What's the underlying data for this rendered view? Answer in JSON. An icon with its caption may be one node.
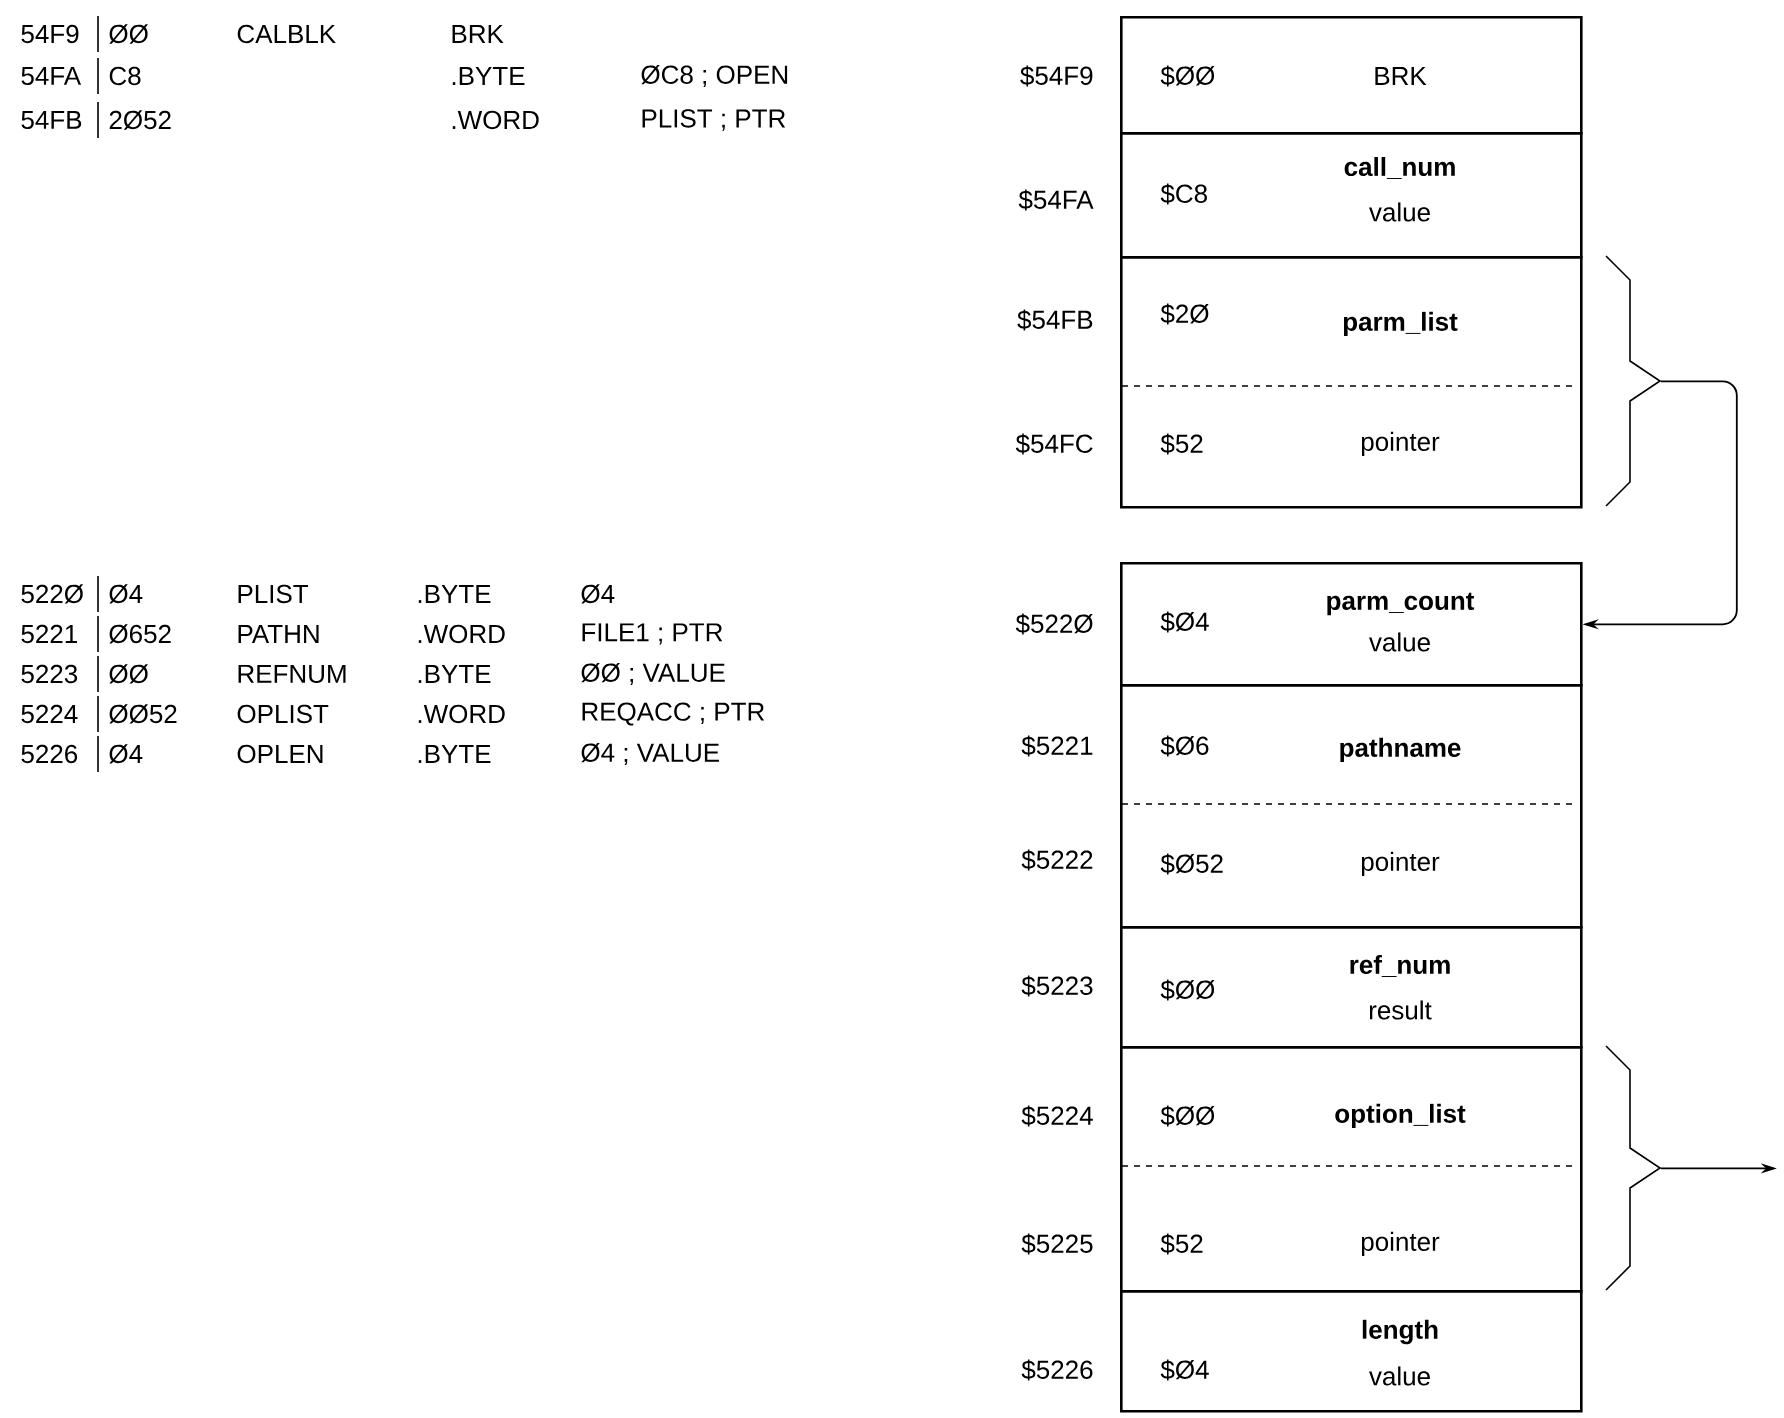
{
  "diagram": {
    "nodes": [
      {
        "text": [
          "$ØØ",
          "BRK"
        ],
        "beside": [
          "$54F9"
        ]
      },
      {
        "text": [
          "$C8",
          "call_num",
          "value"
        ],
        "beside": [
          "$54FA"
        ]
      },
      {
        "text": [
          "$2Ø",
          "parm_list",
          "$52",
          "pointer"
        ],
        "beside": [
          "$54FB",
          "$54FC"
        ]
      },
      {
        "text": [
          "$Ø4",
          "parm_count",
          "value"
        ],
        "beside": [
          "$522Ø"
        ]
      },
      {
        "text": [
          "$Ø6",
          "pathname",
          "$Ø52",
          "pointer"
        ],
        "beside": [
          "$5221",
          "$5222"
        ]
      },
      {
        "text": [
          "$ØØ",
          "ref_num",
          "result"
        ],
        "beside": [
          "$5223"
        ]
      },
      {
        "text": [
          "$ØØ",
          "option_list",
          "$52",
          "pointer"
        ],
        "beside": [
          "$5224",
          "$5225"
        ]
      },
      {
        "text": [
          "$Ø4",
          "length",
          "value"
        ],
        "beside": [
          "$5226"
        ]
      },
      {
        "text": [],
        "shape": "brace"
      },
      {
        "text": [],
        "shape": "brace"
      }
    ],
    "edges": [
      {
        "from": 8,
        "to": 3,
        "arrow": "to"
      },
      {
        "from": 9,
        "to": null,
        "arrow": "to"
      }
    ],
    "labels": [
      "54F9",
      "ØØ",
      "CALBLK",
      "BRK",
      "54FA",
      "C8",
      ".BYTE",
      "ØC8 ; OPEN",
      "54FB",
      "2Ø52",
      ".WORD",
      "PLIST ; PTR",
      "522Ø",
      "Ø4",
      "PLIST",
      ".BYTE",
      "Ø4",
      "5221",
      "Ø652",
      "PATHN",
      ".WORD",
      "FILE1 ; PTR",
      "5223",
      "ØØ",
      "REFNUM",
      ".BYTE",
      "ØØ ; VALUE",
      "5224",
      "ØØ52",
      "OPLIST",
      ".WORD",
      "REQACC ; PTR",
      "5226",
      "Ø4",
      "OPLEN",
      ".BYTE",
      "Ø4 ; VALUE"
    ]
  }
}
